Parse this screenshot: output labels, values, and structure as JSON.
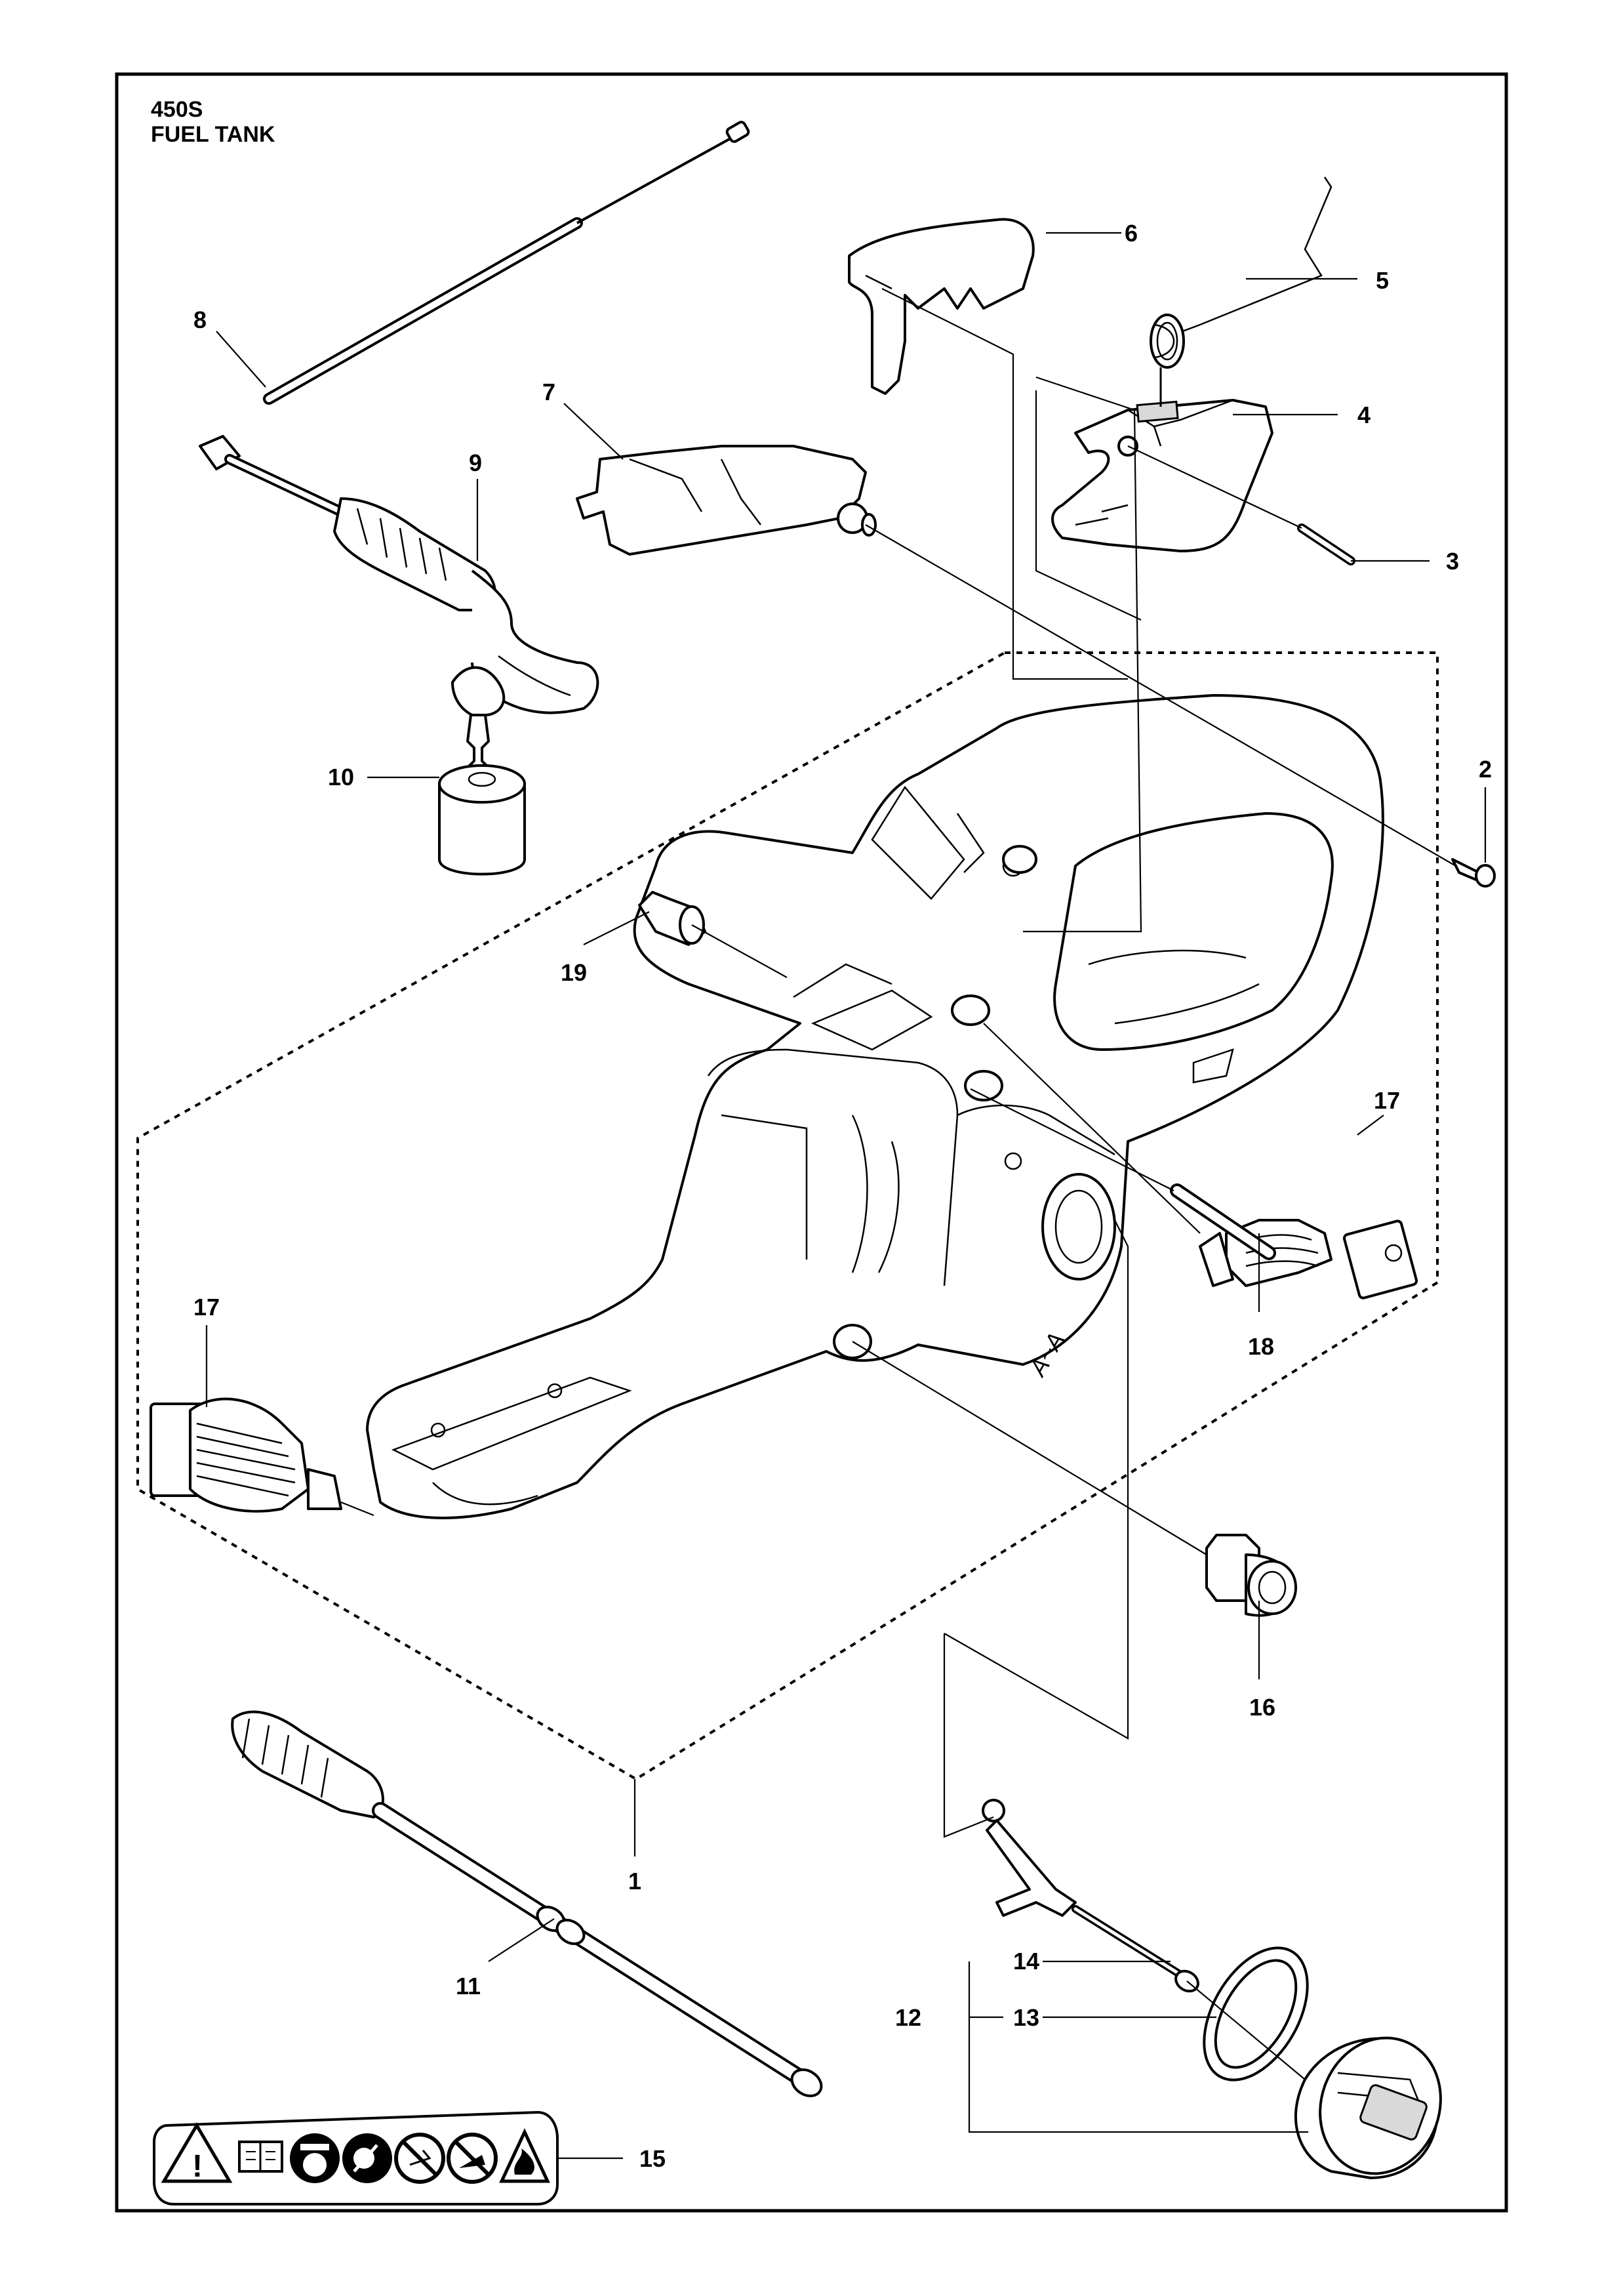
{
  "header": {
    "model": "450S",
    "title": "FUEL TANK"
  },
  "callouts": {
    "c1": "1",
    "c2": "2",
    "c3": "3",
    "c4": "4",
    "c5": "5",
    "c6": "6",
    "c7": "7",
    "c8": "8",
    "c9": "9",
    "c10": "10",
    "c11": "11",
    "c12": "12",
    "c13": "13",
    "c14": "14",
    "c15": "15",
    "c16": "16",
    "c17a": "17",
    "c17b": "17",
    "c18": "18",
    "c19": "19"
  },
  "warning_decal": {
    "icons": [
      "warning-triangle-icon",
      "manual-book-icon",
      "protective-helmet-icon",
      "smoking-prohibited-icon",
      "no-open-flame-icon",
      "kickback-icon",
      "fire-hazard-icon"
    ]
  }
}
